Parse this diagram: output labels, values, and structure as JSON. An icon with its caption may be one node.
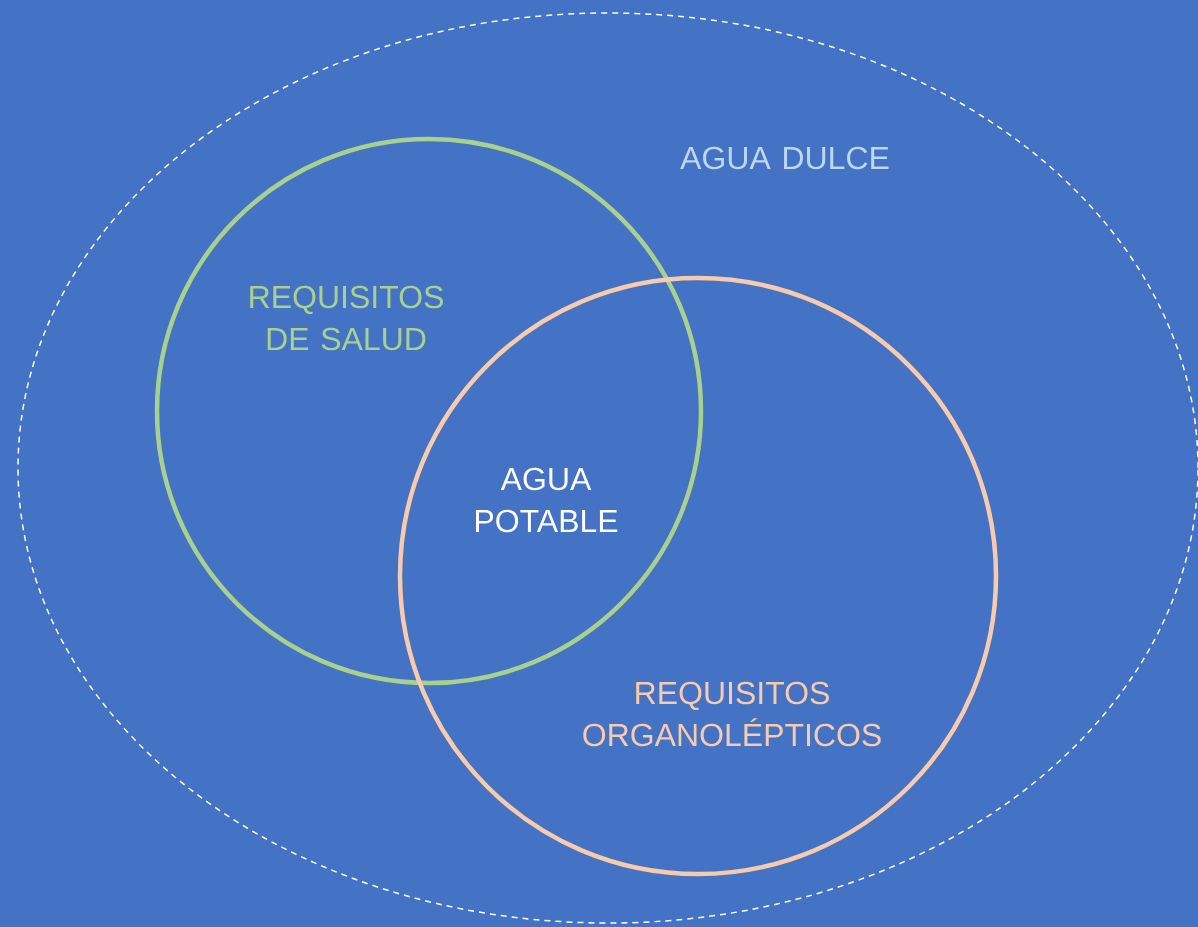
{
  "diagram": {
    "nodes": [
      {
        "text": [
          "AGUA DULCE"
        ]
      },
      {
        "text": [
          "REQUISITOS DE SALUD"
        ]
      },
      {
        "text": [
          "REQUISITOS ORGANOLÉPTICOS"
        ]
      }
    ],
    "labels": [
      "AGUA POTABLE"
    ]
  }
}
